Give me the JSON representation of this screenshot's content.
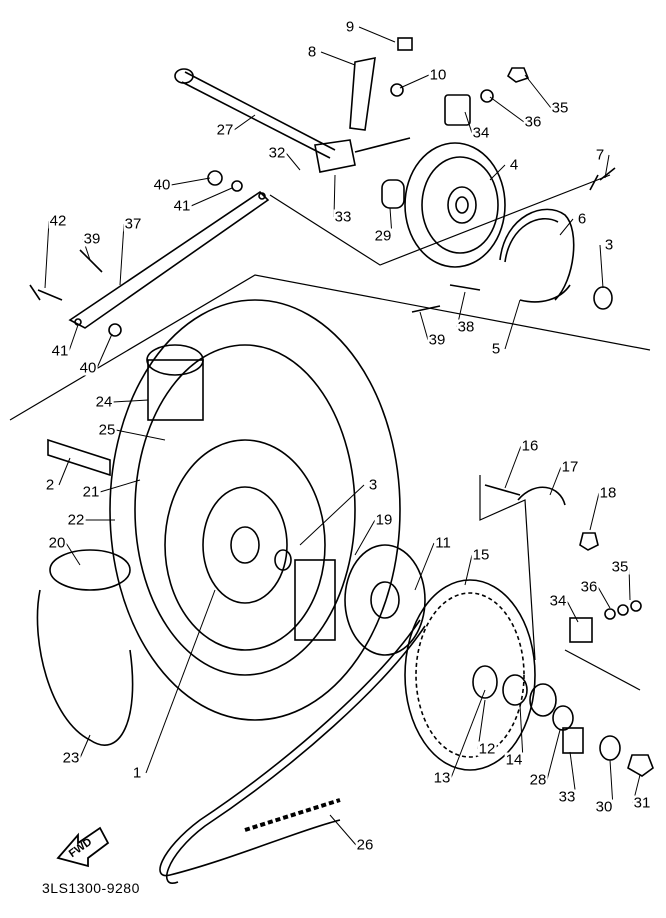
{
  "diagram": {
    "callouts": [
      "9",
      "8",
      "10",
      "35",
      "36",
      "34",
      "27",
      "4",
      "7",
      "32",
      "40",
      "41",
      "33",
      "29",
      "6",
      "3",
      "42",
      "39",
      "37",
      "38",
      "39",
      "5",
      "41",
      "40",
      "24",
      "25",
      "2",
      "21",
      "3",
      "16",
      "17",
      "18",
      "19",
      "11",
      "15",
      "22",
      "20",
      "35",
      "36",
      "34",
      "23",
      "1",
      "12",
      "13",
      "14",
      "28",
      "33",
      "30",
      "31",
      "26"
    ],
    "fwd_arrow_label": "FWD",
    "drawing_code": "3LS1300-9280",
    "line_color": "#000000",
    "background": "#ffffff"
  }
}
